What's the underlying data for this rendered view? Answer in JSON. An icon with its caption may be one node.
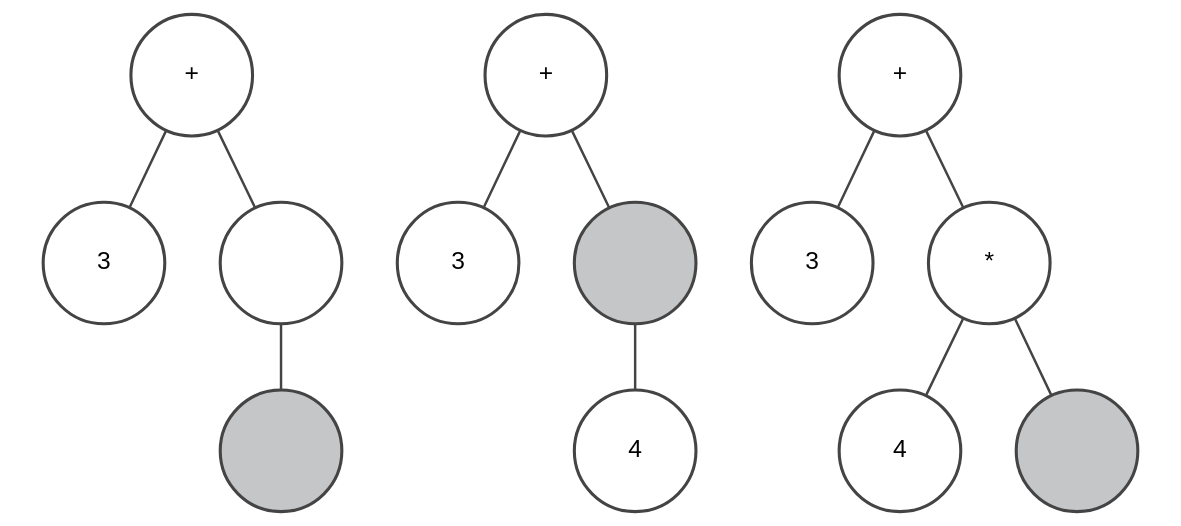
{
  "diagram": {
    "nodes": [
      {
        "text": [
          "+"
        ]
      },
      {
        "text": [
          "3"
        ]
      },
      {
        "text": [],
        "shape": "circle"
      },
      {
        "text": [],
        "shape": "circle"
      },
      {
        "text": [
          "+"
        ]
      },
      {
        "text": [
          "3"
        ]
      },
      {
        "text": [],
        "shape": "circle"
      },
      {
        "text": [
          "4"
        ]
      },
      {
        "text": [
          "+"
        ]
      },
      {
        "text": [
          "3"
        ]
      },
      {
        "text": [
          "*"
        ]
      },
      {
        "text": [
          "4"
        ]
      },
      {
        "text": [],
        "shape": "circle"
      }
    ],
    "edges": [
      {
        "from": 0,
        "to": 1,
        "arrow": "none"
      },
      {
        "from": 0,
        "to": 2,
        "arrow": "none"
      },
      {
        "from": 2,
        "to": 3,
        "arrow": "none"
      },
      {
        "from": 4,
        "to": 5,
        "arrow": "none"
      },
      {
        "from": 4,
        "to": 6,
        "arrow": "none"
      },
      {
        "from": 6,
        "to": 7,
        "arrow": "none"
      },
      {
        "from": 8,
        "to": 9,
        "arrow": "none"
      },
      {
        "from": 8,
        "to": 10,
        "arrow": "none"
      },
      {
        "from": 10,
        "to": 11,
        "arrow": "none"
      },
      {
        "from": 10,
        "to": 12,
        "arrow": "none"
      }
    ]
  }
}
